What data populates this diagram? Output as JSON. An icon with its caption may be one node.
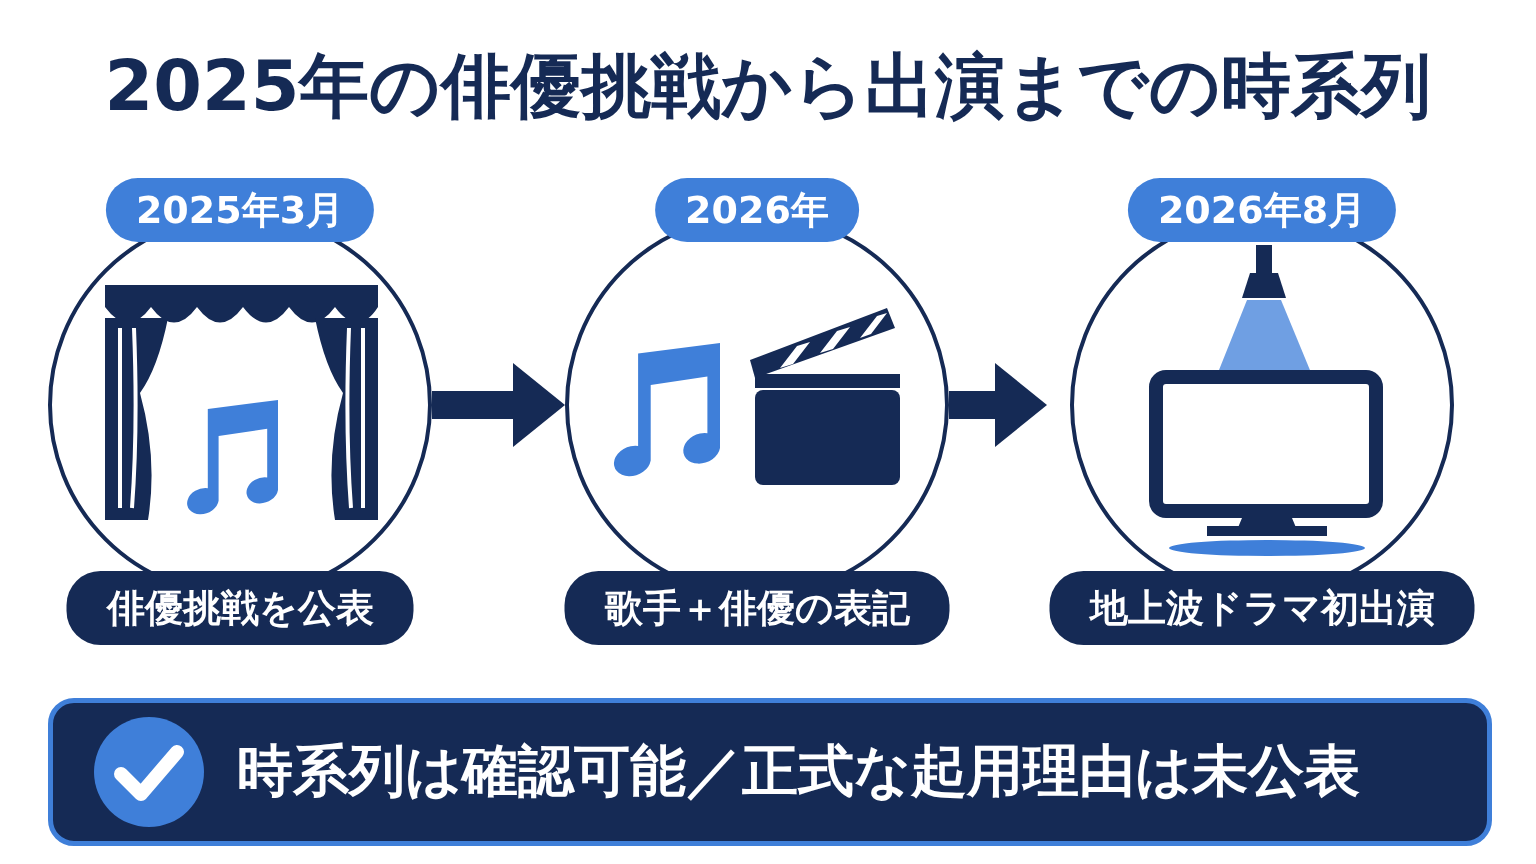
{
  "diagram": {
    "title": "2025年の俳優挑戦から出演までの時系列",
    "nodes": [
      {
        "text": [
          "2025年3月",
          "俳優挑戦を公表"
        ]
      },
      {
        "text": [
          "2026年",
          "歌手＋俳優の表記"
        ]
      },
      {
        "text": [
          "2026年8月",
          "地上波ドラマ初出演"
        ]
      },
      {
        "text": [
          "時系列は確認可能／正式な起用理由は未公表"
        ]
      }
    ],
    "edges": [
      {
        "from": 0,
        "to": 1,
        "arrow": "to"
      },
      {
        "from": 1,
        "to": 2,
        "arrow": "to"
      }
    ]
  }
}
